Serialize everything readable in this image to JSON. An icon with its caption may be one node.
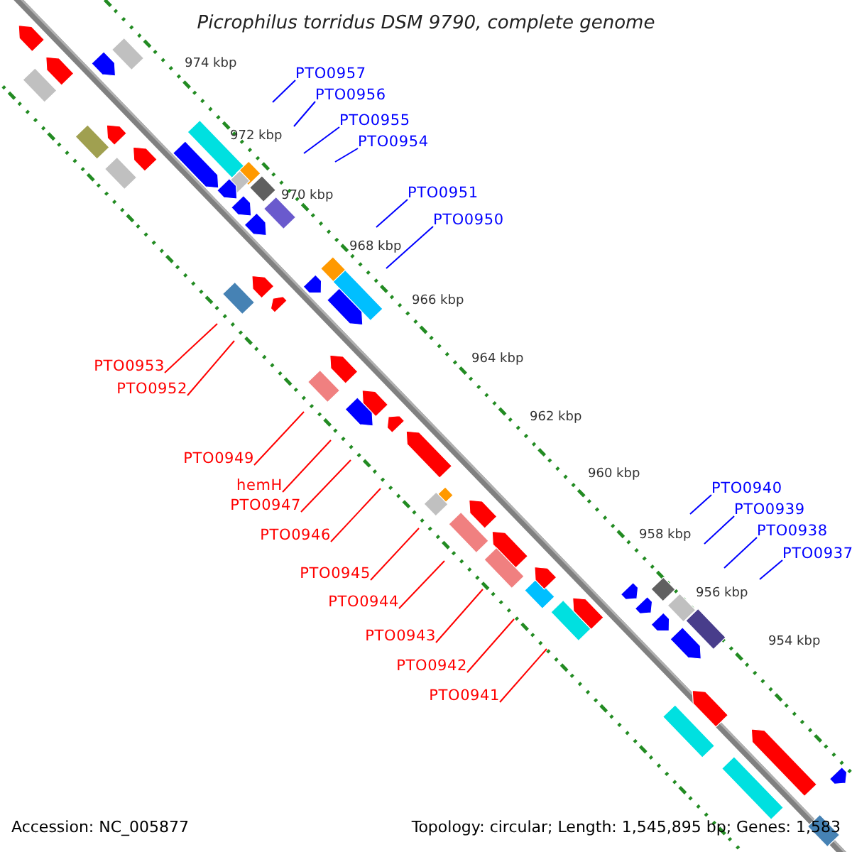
{
  "diagram": {
    "title": "Picrophilus torridus DSM 9790, complete genome",
    "nodes": [
      {
        "text": [
          "PTO0957"
        ]
      },
      {
        "text": [
          "PTO0956"
        ]
      },
      {
        "text": [
          "PTO0955"
        ]
      },
      {
        "text": [
          "PTO0954"
        ]
      },
      {
        "text": [
          "PTO0951"
        ]
      },
      {
        "text": [
          "PTO0950"
        ]
      },
      {
        "text": [
          "PTO0940"
        ]
      },
      {
        "text": [
          "PTO0939"
        ]
      },
      {
        "text": [
          "PTO0938"
        ]
      },
      {
        "text": [
          "PTO0937"
        ]
      },
      {
        "text": [
          "PTO0953"
        ]
      },
      {
        "text": [
          "PTO0952"
        ]
      },
      {
        "text": [
          "PTO0949"
        ]
      },
      {
        "text": [
          "hemH"
        ]
      },
      {
        "text": [
          "PTO0947"
        ]
      },
      {
        "text": [
          "PTO0946"
        ]
      },
      {
        "text": [
          "PTO0945"
        ]
      },
      {
        "text": [
          "PTO0944"
        ]
      },
      {
        "text": [
          "PTO0943"
        ]
      },
      {
        "text": [
          "PTO0942"
        ]
      },
      {
        "text": [
          "PTO0941"
        ]
      }
    ],
    "edges": [
      {
        "from": 0,
        "to": null,
        "arrow": "none",
        "color": "#0000ff"
      },
      {
        "from": 1,
        "to": null,
        "arrow": "none",
        "color": "#0000ff"
      },
      {
        "from": 2,
        "to": null,
        "arrow": "none",
        "color": "#0000ff"
      },
      {
        "from": 3,
        "to": null,
        "arrow": "none",
        "color": "#0000ff"
      },
      {
        "from": 4,
        "to": null,
        "arrow": "none",
        "color": "#0000ff"
      },
      {
        "from": 5,
        "to": null,
        "arrow": "none",
        "color": "#0000ff"
      },
      {
        "from": 6,
        "to": null,
        "arrow": "none",
        "color": "#0000ff"
      },
      {
        "from": 7,
        "to": null,
        "arrow": "none",
        "color": "#0000ff"
      },
      {
        "from": 8,
        "to": null,
        "arrow": "none",
        "color": "#0000ff"
      },
      {
        "from": 9,
        "to": null,
        "arrow": "none",
        "color": "#0000ff"
      },
      {
        "from": 10,
        "to": null,
        "arrow": "none"
      },
      {
        "from": 11,
        "to": null,
        "arrow": "none"
      },
      {
        "from": 12,
        "to": null,
        "arrow": "none"
      },
      {
        "from": 13,
        "to": null,
        "arrow": "none"
      },
      {
        "from": 14,
        "to": null,
        "arrow": "none"
      },
      {
        "from": 15,
        "to": null,
        "arrow": "none"
      },
      {
        "from": 16,
        "to": null,
        "arrow": "none"
      },
      {
        "from": 17,
        "to": null,
        "arrow": "none"
      },
      {
        "from": 18,
        "to": null,
        "arrow": "none"
      },
      {
        "from": 19,
        "to": null,
        "arrow": "none"
      },
      {
        "from": 20,
        "to": null,
        "arrow": "none"
      }
    ],
    "labels": [
      "974 kbp",
      "972 kbp",
      "970 kbp",
      "968 kbp",
      "966 kbp",
      "964 kbp",
      "962 kbp",
      "960 kbp",
      "958 kbp",
      "956 kbp",
      "954 kbp",
      "Accession: NC_005877",
      "Topology: circular; Length: 1,545,895 bp; Genes: 1,583"
    ]
  }
}
